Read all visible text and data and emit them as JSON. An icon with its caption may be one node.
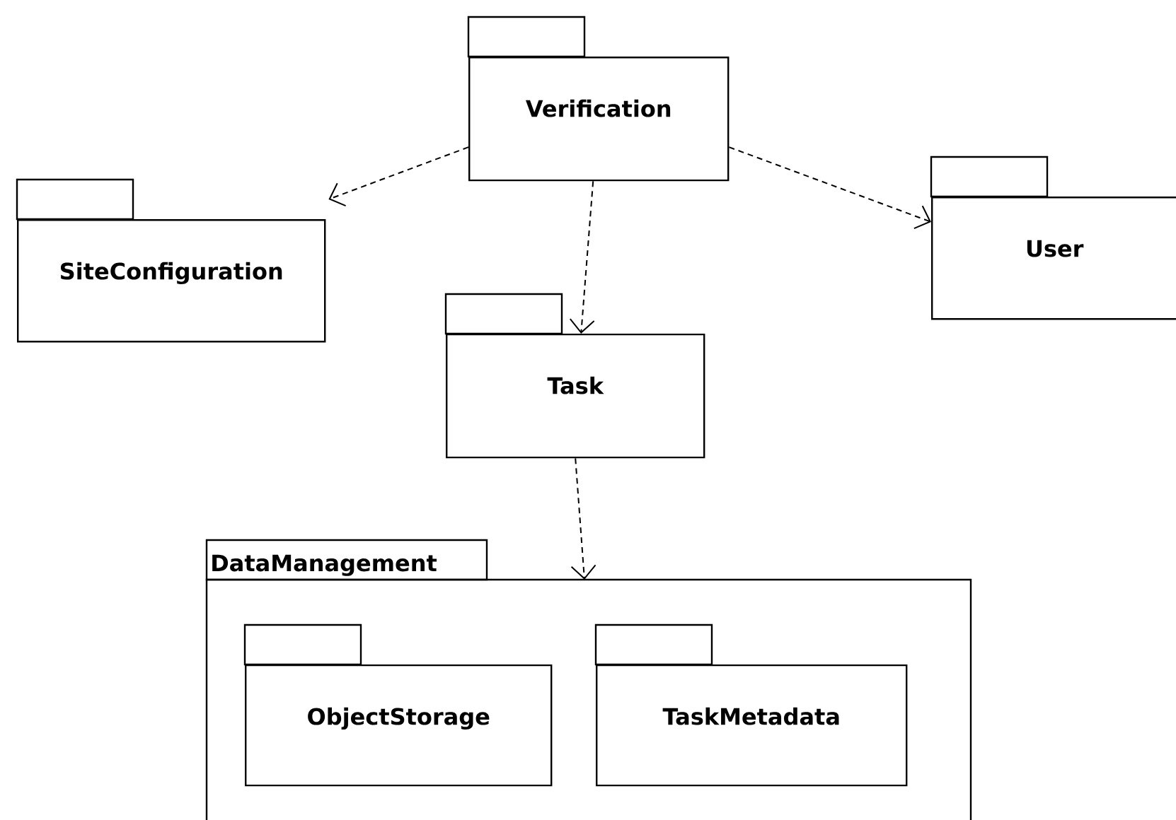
{
  "diagram": {
    "nodes": [
      {
        "text": [
          "Verification"
        ]
      },
      {
        "text": [
          "SiteConfiguration"
        ]
      },
      {
        "text": [
          "User"
        ]
      },
      {
        "text": [
          "Task"
        ]
      },
      {
        "text": [
          "DataManagement"
        ]
      },
      {
        "text": [
          "ObjectStorage"
        ],
        "in": 4
      },
      {
        "text": [
          "TaskMetadata"
        ],
        "in": 4
      }
    ],
    "edges": [
      {
        "from": 0,
        "to": 1,
        "arrow": "to",
        "style": "dashed"
      },
      {
        "from": 0,
        "to": 2,
        "arrow": "to",
        "style": "dashed"
      },
      {
        "from": 0,
        "to": 3,
        "arrow": "to",
        "style": "dashed"
      },
      {
        "from": 3,
        "to": 4,
        "arrow": "to",
        "style": "dashed"
      }
    ]
  }
}
